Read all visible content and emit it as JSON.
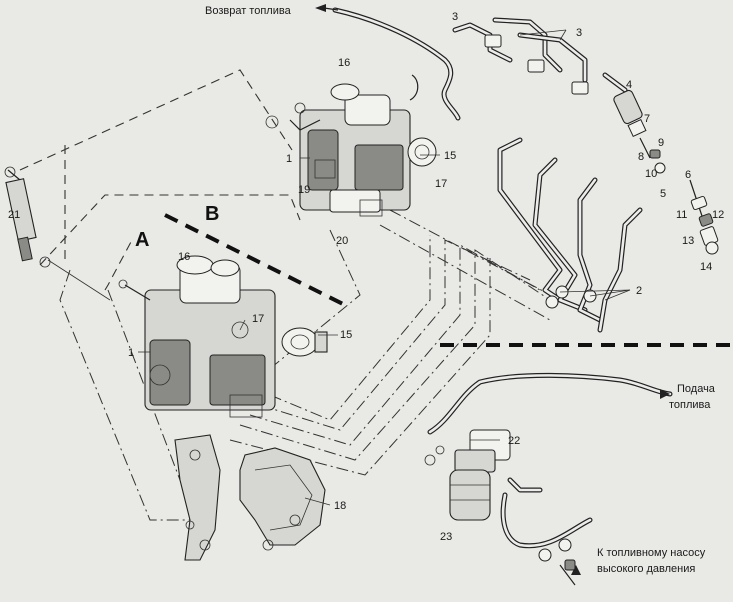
{
  "captions": {
    "fuel_return": "Возврат топлива",
    "fuel_supply_line1": "Подача",
    "fuel_supply_line2": "топлива",
    "to_pump_line1": "К топливному насосу",
    "to_pump_line2": "высокого давления"
  },
  "views": {
    "a": "A",
    "b": "B"
  },
  "callouts": {
    "n1_top": "1",
    "n1_main": "1",
    "n2": "2",
    "n3_left": "3",
    "n3_right": "3",
    "n4": "4",
    "n5": "5",
    "n6": "6",
    "n7": "7",
    "n8": "8",
    "n9": "9",
    "n10": "10",
    "n11": "11",
    "n12": "12",
    "n13": "13",
    "n14": "14",
    "n15_top": "15",
    "n15_main": "15",
    "n16_top": "16",
    "n16_main": "16",
    "n17_top": "17",
    "n17_main": "17",
    "n18": "18",
    "n19": "19",
    "n20": "20",
    "n21": "21",
    "n22": "22",
    "n23": "23"
  }
}
